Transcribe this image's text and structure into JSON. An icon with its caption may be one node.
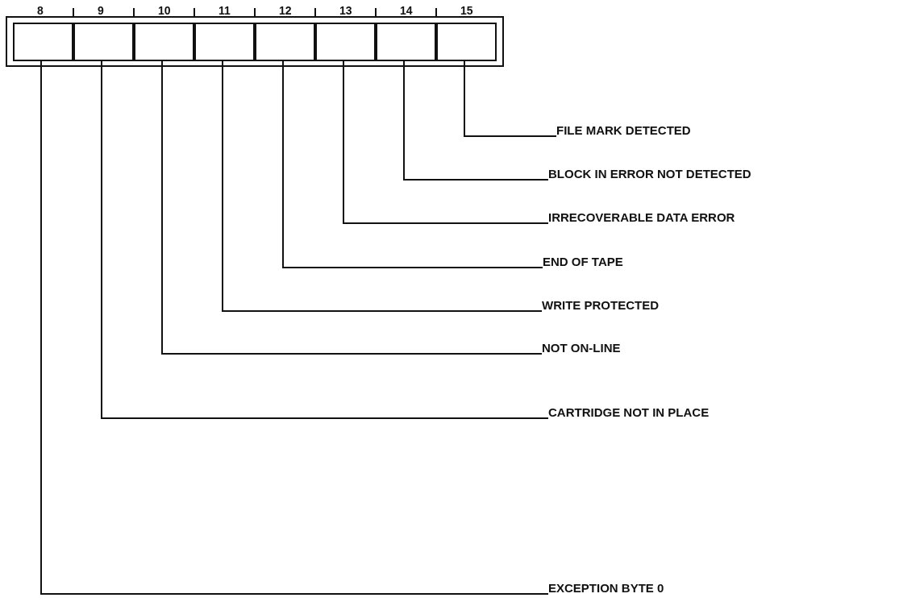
{
  "diagram": {
    "nodes": [
      {
        "text": [],
        "shape": "box",
        "beside": [
          "8"
        ]
      },
      {
        "text": [],
        "shape": "box",
        "beside": [
          "9"
        ]
      },
      {
        "text": [],
        "shape": "box",
        "beside": [
          "10"
        ]
      },
      {
        "text": [],
        "shape": "box",
        "beside": [
          "11"
        ]
      },
      {
        "text": [],
        "shape": "box",
        "beside": [
          "12"
        ]
      },
      {
        "text": [],
        "shape": "box",
        "beside": [
          "13"
        ]
      },
      {
        "text": [],
        "shape": "box",
        "beside": [
          "14"
        ]
      },
      {
        "text": [],
        "shape": "box",
        "beside": [
          "15"
        ]
      },
      {
        "text": [
          "FILE MARK DETECTED"
        ]
      },
      {
        "text": [
          "BLOCK IN ERROR NOT DETECTED"
        ]
      },
      {
        "text": [
          "IRRECOVERABLE DATA ERROR"
        ]
      },
      {
        "text": [
          "END OF TAPE"
        ]
      },
      {
        "text": [
          "WRITE PROTECTED"
        ]
      },
      {
        "text": [
          "NOT ON-LINE"
        ]
      },
      {
        "text": [
          "CARTRIDGE NOT IN PLACE"
        ]
      },
      {
        "text": [
          "EXCEPTION BYTE 0"
        ]
      }
    ],
    "edges": [
      {
        "from": 8,
        "to": 7,
        "arrow": "none"
      },
      {
        "from": 9,
        "to": 6,
        "arrow": "none"
      },
      {
        "from": 10,
        "to": 5,
        "arrow": "none"
      },
      {
        "from": 11,
        "to": 4,
        "arrow": "none"
      },
      {
        "from": 12,
        "to": 3,
        "arrow": "none"
      },
      {
        "from": 13,
        "to": 2,
        "arrow": "none"
      },
      {
        "from": 14,
        "to": 1,
        "arrow": "none"
      },
      {
        "from": 15,
        "to": 0,
        "arrow": "none"
      }
    ]
  }
}
